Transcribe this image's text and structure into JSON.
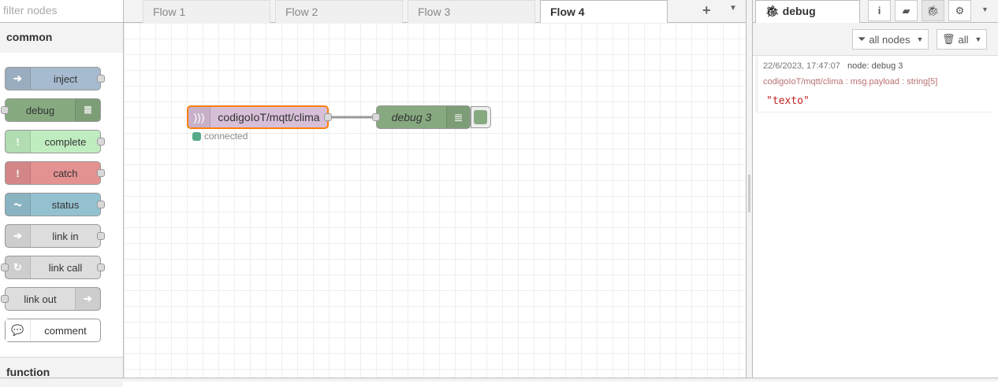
{
  "palette": {
    "filter_placeholder": "filter nodes",
    "categories": [
      "common",
      "function"
    ],
    "nodes": [
      {
        "label": "inject",
        "color": "#a6bbcf"
      },
      {
        "label": "debug",
        "color": "#87a980"
      },
      {
        "label": "complete",
        "color": "#c0edc0"
      },
      {
        "label": "catch",
        "color": "#e49191"
      },
      {
        "label": "status",
        "color": "#94c1d0"
      },
      {
        "label": "link in",
        "color": "#ddd"
      },
      {
        "label": "link call",
        "color": "#ddd"
      },
      {
        "label": "link out",
        "color": "#ddd"
      },
      {
        "label": "comment",
        "color": "#fff"
      }
    ]
  },
  "tabs": [
    "Flow 1",
    "Flow 2",
    "Flow 3",
    "Flow 4"
  ],
  "flow": {
    "mqtt_node": "codigoIoT/mqtt/clima",
    "mqtt_status": "connected",
    "debug_node": "debug 3"
  },
  "sidebar": {
    "title": "debug",
    "filter": "all nodes",
    "clear": "all",
    "message": {
      "time": "22/6/2023, 17:47:07",
      "node": "node: debug 3",
      "topic": "codigoIoT/mqtt/clima : msg.payload : string[5]",
      "payload": "\"texto\""
    }
  }
}
